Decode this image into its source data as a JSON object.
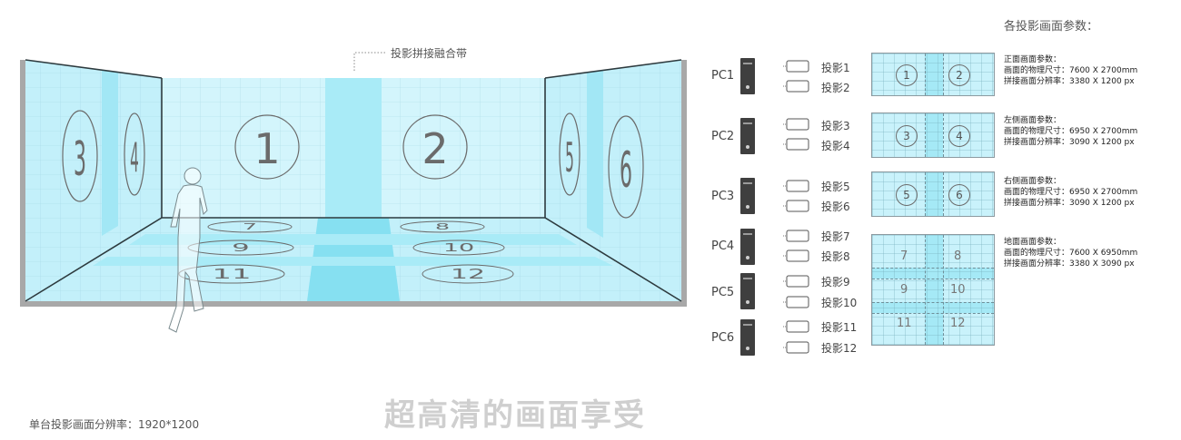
{
  "fusion_band_label": "投影拼接融合带",
  "room_numbers": [
    "1",
    "2",
    "3",
    "4",
    "5",
    "6",
    "7",
    "8",
    "9",
    "10",
    "11",
    "12"
  ],
  "pc_groups": [
    {
      "pc": "PC1",
      "projectors": [
        "投影1",
        "投影2"
      ]
    },
    {
      "pc": "PC2",
      "projectors": [
        "投影3",
        "投影4"
      ]
    },
    {
      "pc": "PC3",
      "projectors": [
        "投影5",
        "投影6"
      ]
    },
    {
      "pc": "PC4",
      "projectors": [
        "投影7",
        "投影8"
      ]
    },
    {
      "pc": "PC5",
      "projectors": [
        "投影9",
        "投影10"
      ]
    },
    {
      "pc": "PC6",
      "projectors": [
        "投影11",
        "投影12"
      ]
    }
  ],
  "params_title": "各投影画面参数：",
  "panels": [
    {
      "numbers": [
        "1",
        "2"
      ],
      "lines": [
        "正面画面参数：",
        "画面的物理尺寸：7600 X 2700mm",
        "拼接画面分辨率：3380 X 1200 px"
      ]
    },
    {
      "numbers": [
        "3",
        "4"
      ],
      "lines": [
        "左侧画面参数：",
        "画面的物理尺寸：6950 X 2700mm",
        "拼接画面分辨率：3090 X 1200 px"
      ]
    },
    {
      "numbers": [
        "5",
        "6"
      ],
      "lines": [
        "右侧画面参数：",
        "画面的物理尺寸：6950 X 2700mm",
        "拼接画面分辨率：3090 X 1200 px"
      ]
    },
    {
      "numbers": [
        "7",
        "8",
        "9",
        "10",
        "11",
        "12"
      ],
      "lines": [
        "地面画面参数：",
        "画面的物理尺寸：7600 X 6950mm",
        "拼接画面分辨率：3380 X 3090 px"
      ]
    }
  ],
  "footnote": "单台投影画面分辨率：1920*1200",
  "headline": "超高清的画面享受",
  "colors": {
    "screen": "#c9f2fb",
    "fusion_band": "#a5e9f6",
    "frame": "#9a9a9a",
    "tower": "#3f3f3f"
  },
  "icons": {
    "computer": "pc-tower-icon",
    "projector": "projector-icon",
    "person": "person-silhouette-icon"
  }
}
